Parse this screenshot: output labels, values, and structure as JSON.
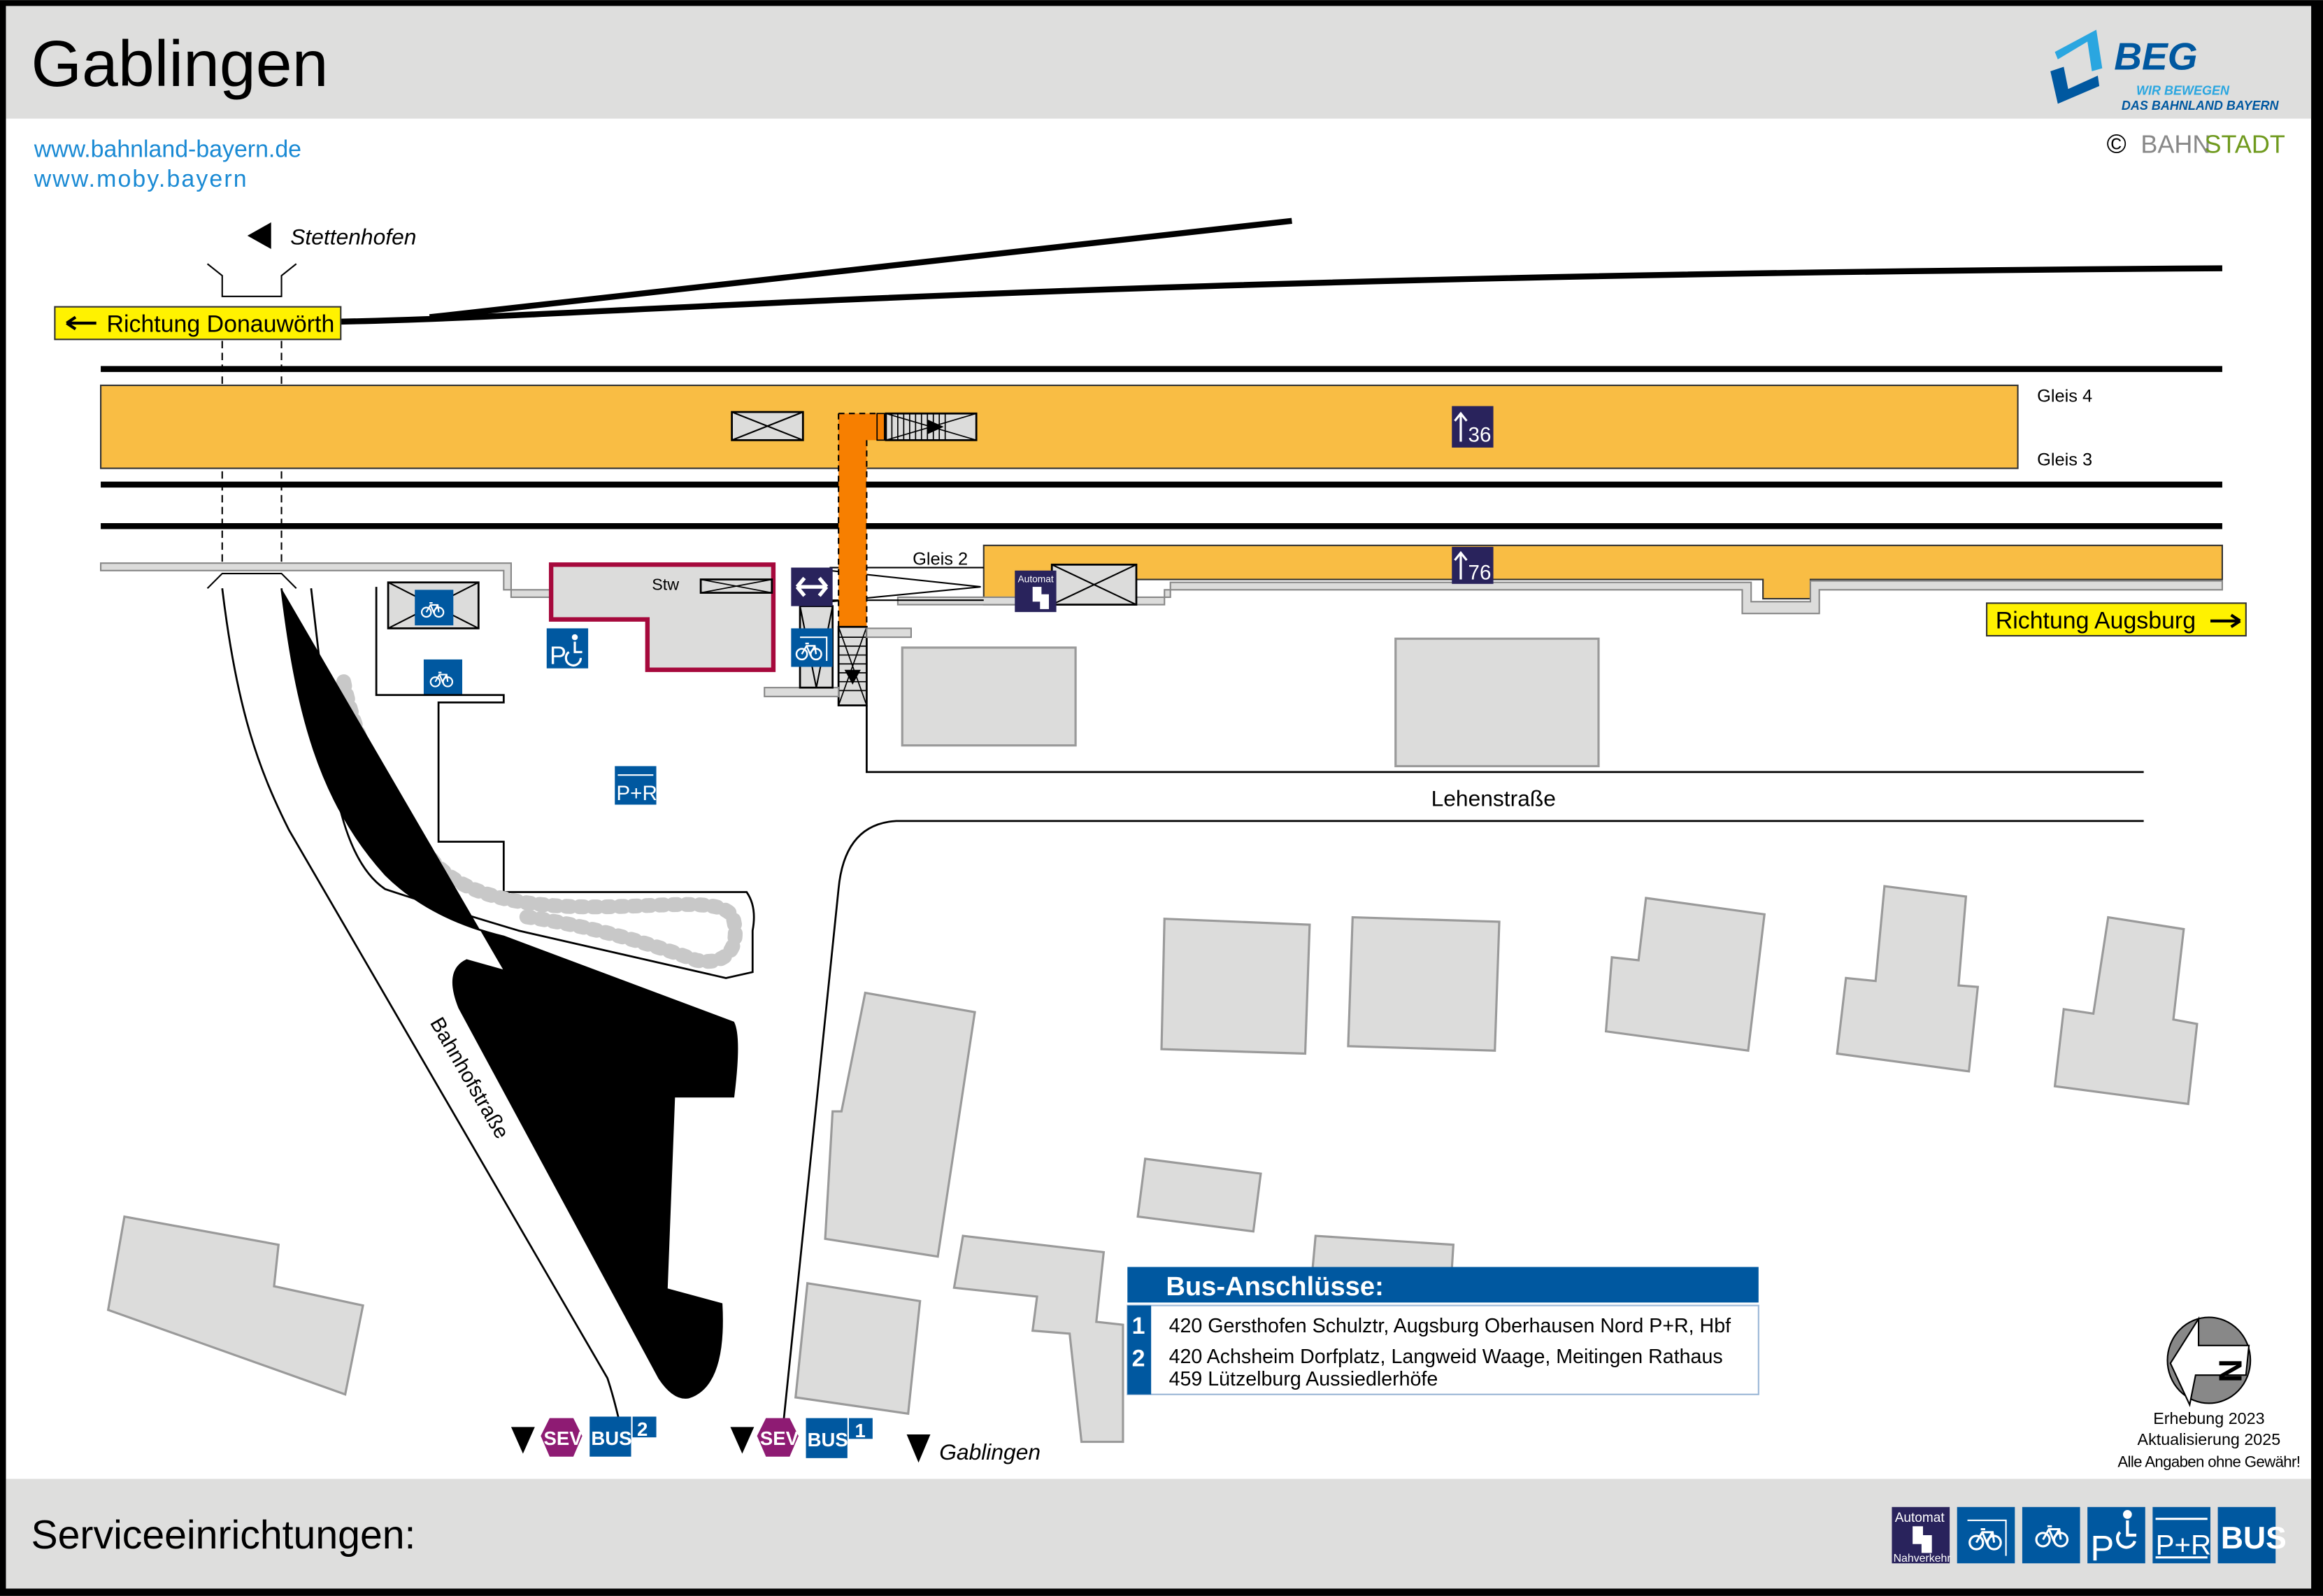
{
  "header": {
    "title": "Gablingen",
    "logo_text": "BEG",
    "logo_slogan_1": "WIR BEWEGEN",
    "logo_slogan_2": "DAS BAHNLAND BAYERN"
  },
  "links": [
    "www.bahnland-bayern.de",
    "www.moby.bayern"
  ],
  "copyright": {
    "symbol": "©",
    "brand_part1": "BAHN",
    "brand_part2": "STADT"
  },
  "map": {
    "direction_west": "Richtung Donauwörth",
    "direction_east": "Richtung Augsburg",
    "stettenhofen": "Stettenhofen",
    "gleis4": "Gleis 4",
    "gleis3": "Gleis 3",
    "gleis2": "Gleis 2",
    "stw": "Stw",
    "platform_length_1": "36",
    "platform_length_2": "76",
    "street_lehenstrasse": "Lehenstraße",
    "street_bahnhofstrasse": "Bahnhofstraße",
    "bus_stop_name": "Gablingen",
    "automat_label": "Automat",
    "pr_label": "P+R",
    "stop_1": {
      "sev": "SEV",
      "bus": "BUS",
      "number": "1"
    },
    "stop_2": {
      "sev": "SEV",
      "bus": "BUS",
      "number": "2"
    }
  },
  "bus_connections": {
    "title": "Bus-Anschlüsse:",
    "rows": [
      {
        "number": "1",
        "lines": [
          "420 Gersthofen Schulztr, Augsburg Oberhausen Nord P+R, Hbf"
        ]
      },
      {
        "number": "2",
        "lines": [
          "420 Achsheim Dorfplatz, Langweid Waage, Meitingen Rathaus",
          "459 Lützelburg Aussiedlerhöfe"
        ]
      }
    ]
  },
  "info": {
    "compass_letter": "N",
    "survey": "Erhebung 2023",
    "update": "Aktualisierung 2025",
    "disclaimer": "Alle Angaben ohne Gewähr!"
  },
  "footer": {
    "title": "Serviceeinrichtungen:",
    "icons": [
      {
        "name": "ticket-machine-icon",
        "top": "Automat",
        "bottom": "Nahverkehr"
      },
      {
        "name": "covered-bike-parking-icon"
      },
      {
        "name": "bike-parking-icon"
      },
      {
        "name": "disabled-parking-icon",
        "text": "P"
      },
      {
        "name": "park-and-ride-icon",
        "text": "P+R"
      },
      {
        "name": "bus-icon",
        "text": "BUS"
      }
    ]
  },
  "colors": {
    "platform": "#f9bd44",
    "underpass": "#f77f00",
    "blue": "#0058a0",
    "navy": "#29235c",
    "sev": "#8e1b73",
    "stw": "#a6093c",
    "header": "#dededd",
    "link": "#1a8ad4"
  }
}
